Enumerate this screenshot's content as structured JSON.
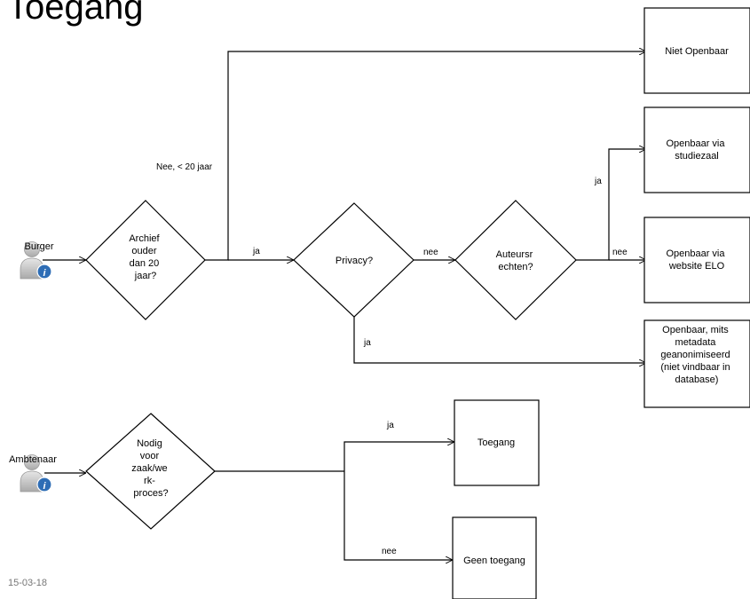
{
  "title": "Toegang",
  "date": "15-03-18",
  "actors": {
    "burger": "Burger",
    "ambtenaar": "Ambtenaar"
  },
  "decisions": {
    "archief": [
      "Archief",
      "ouder",
      "dan 20",
      "jaar?"
    ],
    "privacy": [
      "Privacy?"
    ],
    "auteursrechten": [
      "Auteursr",
      "echten?"
    ],
    "nodig": [
      "Nodig",
      "voor",
      "zaak/we",
      "rk-",
      "proces?"
    ]
  },
  "outcomes": {
    "niet_openbaar": [
      "Niet Openbaar"
    ],
    "studiezaal": [
      "Openbaar via",
      "studiezaal"
    ],
    "website": [
      "Openbaar via",
      "website ELO"
    ],
    "geanonimiseerd": [
      "Openbaar, mits",
      "metadata",
      "geanonimiseerd",
      "(niet vindbaar in",
      "database)"
    ],
    "toegang": [
      "Toegang"
    ],
    "geen_toegang": [
      "Geen toegang"
    ]
  },
  "edge_labels": {
    "nee_lt20": "Nee, < 20 jaar",
    "ja_archief": "ja",
    "nee_privacy": "nee",
    "ja_privacy": "ja",
    "ja_auteurs": "ja",
    "nee_auteurs": "nee",
    "ja_nodig": "ja",
    "nee_nodig": "nee"
  },
  "colors": {
    "line": "#000000",
    "box_fill": "#ffffff",
    "user_icon_body": "#c7c7c7",
    "info_badge": "#2e6db5"
  }
}
